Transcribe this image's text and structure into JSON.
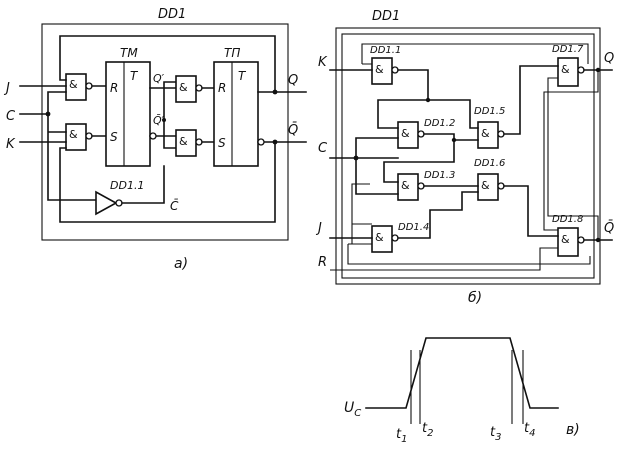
{
  "diagram_a": {
    "chip": "DD1",
    "inputs": [
      "J",
      "C",
      "K"
    ],
    "outputs": [
      "Q",
      "Q̄"
    ],
    "gate_symbol": "&",
    "master": {
      "title": "ТМ",
      "r": "R",
      "s": "S",
      "t": "T"
    },
    "slave": {
      "title": "ТП",
      "r": "R",
      "s": "S",
      "t": "T"
    },
    "master_q": "Q′",
    "master_qbar": "Q̄′",
    "inverter": "DD1.1",
    "inverted_clock": "C̄",
    "caption": "а)"
  },
  "diagram_b": {
    "chip": "DD1",
    "inputs": [
      "K",
      "C",
      "J",
      "R"
    ],
    "outputs": [
      "Q",
      "Q̄"
    ],
    "gate_symbol": "&",
    "gates": [
      "DD1.1",
      "DD1.2",
      "DD1.3",
      "DD1.4",
      "DD1.5",
      "DD1.6",
      "DD1.7",
      "DD1.8"
    ],
    "caption": "б)"
  },
  "diagram_c": {
    "signal": "U",
    "signal_sub": "C",
    "times": [
      {
        "t": "t",
        "n": "1"
      },
      {
        "t": "t",
        "n": "2"
      },
      {
        "t": "t",
        "n": "3"
      },
      {
        "t": "t",
        "n": "4"
      }
    ],
    "caption": "в)"
  }
}
